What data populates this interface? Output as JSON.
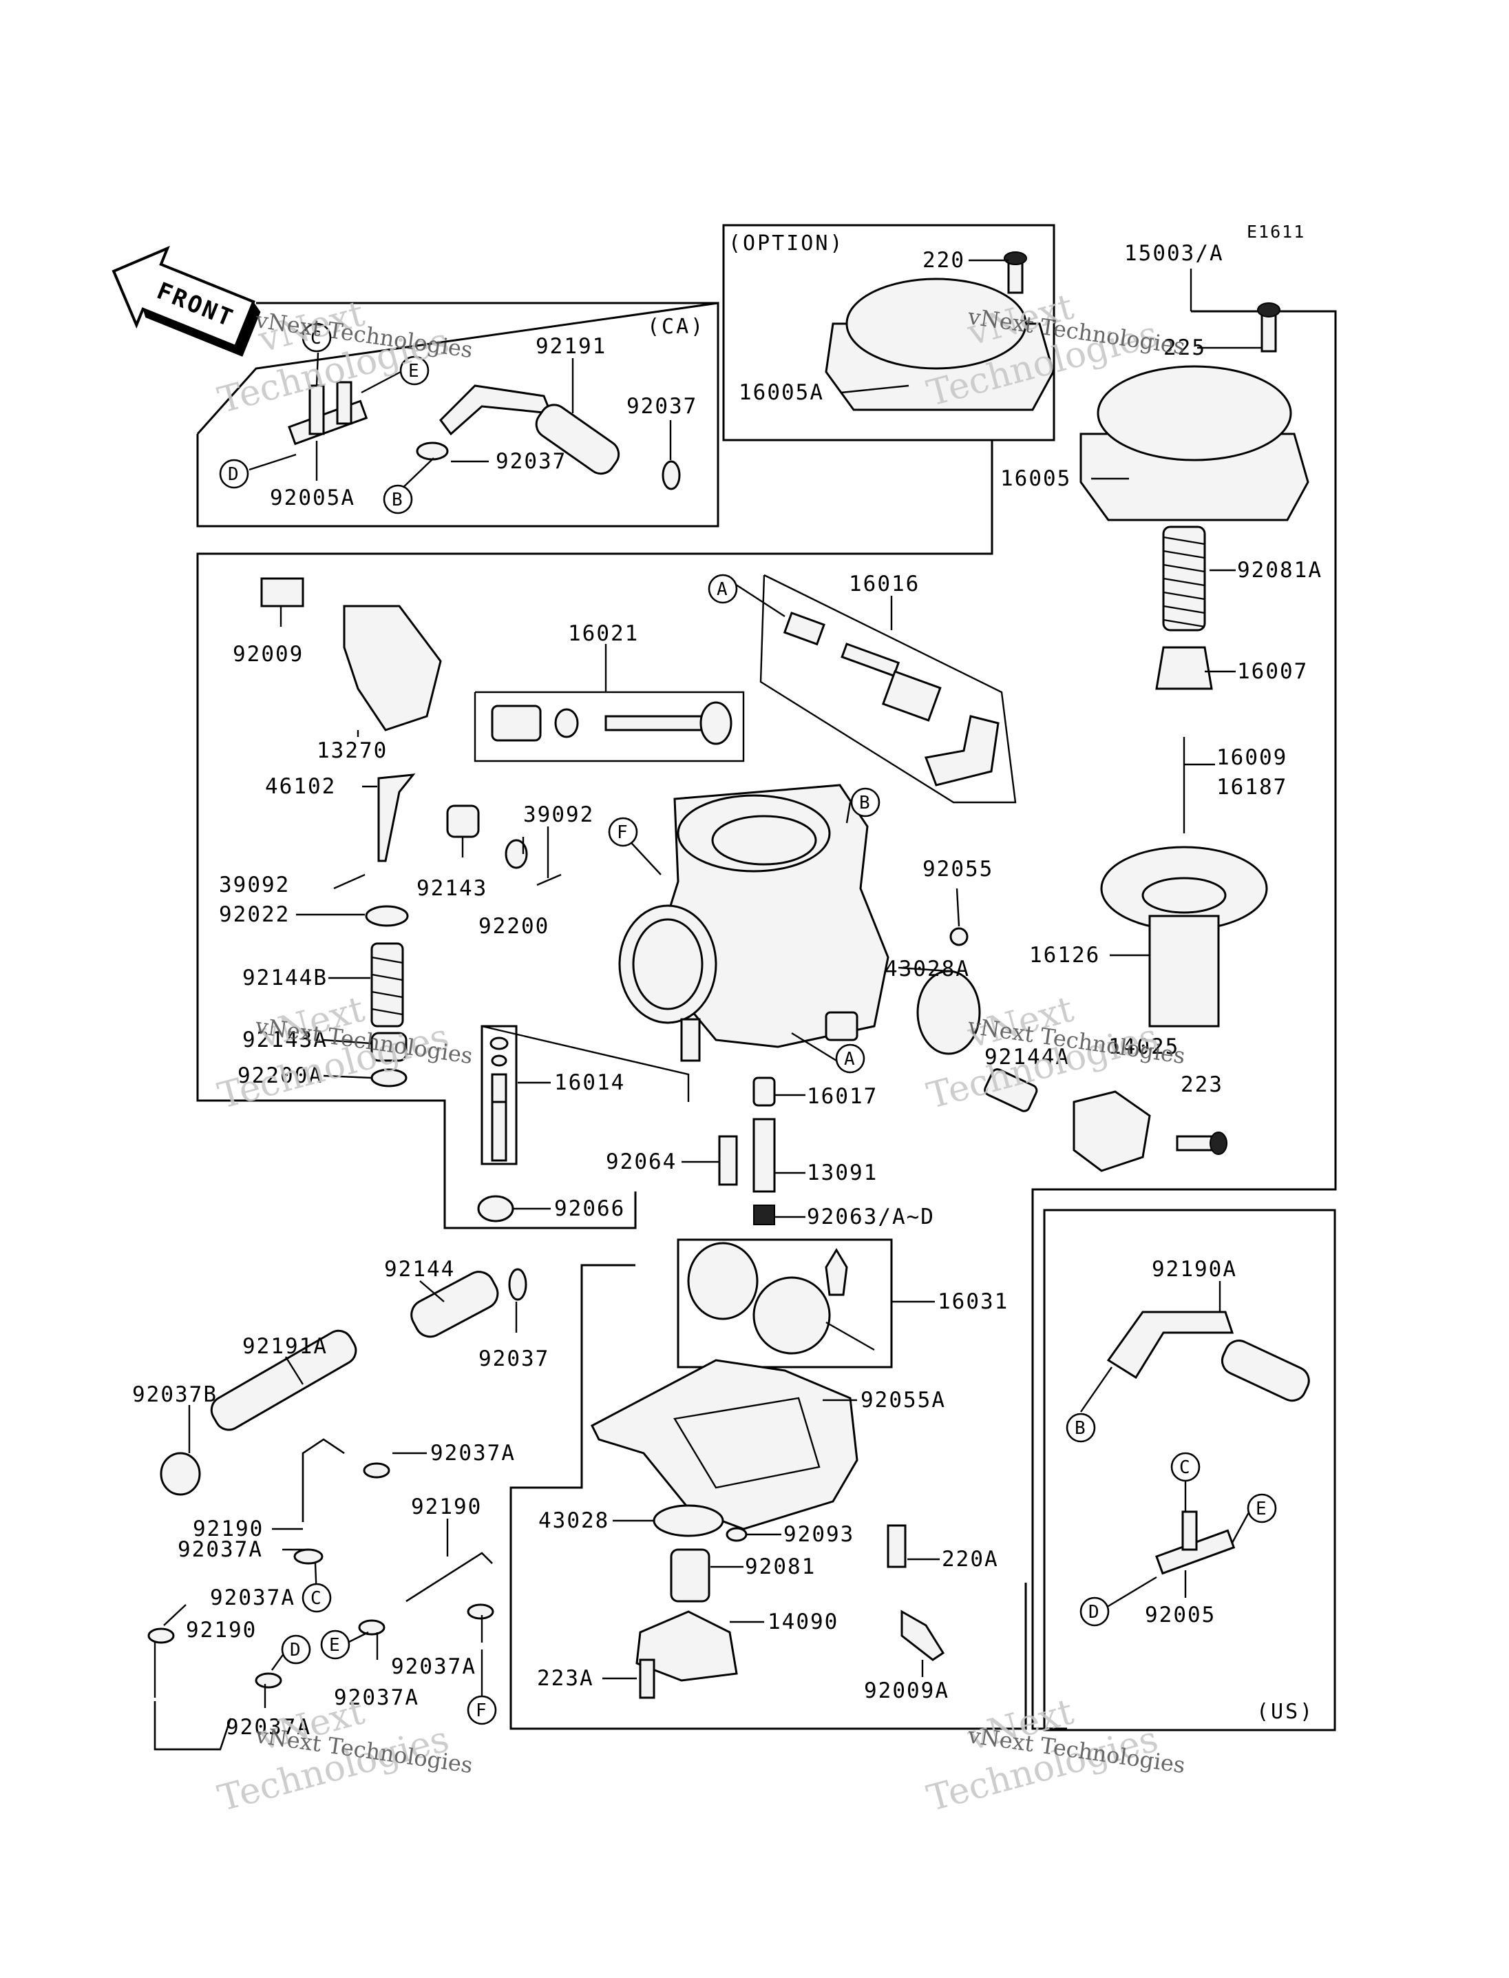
{
  "diagram_id": "E1611",
  "front_arrow": "FRONT",
  "groups": {
    "ca": "(CA)",
    "option": "(OPTION)",
    "us": "(US)"
  },
  "part_labels": {
    "p15003": "15003/A",
    "p220": "220",
    "p16005A": "16005A",
    "p225": "225",
    "p16005": "16005",
    "p92191": "92191",
    "p92037_ca1": "92037",
    "p92037_ca2": "92037",
    "p92005A": "92005A",
    "p16016": "16016",
    "p92081A": "92081A",
    "p16007": "16007",
    "p16009": "16009",
    "p16187": "16187",
    "p16126": "16126",
    "p92009": "92009",
    "p16021": "16021",
    "p13270": "13270",
    "p46102": "46102",
    "p39092a": "39092",
    "p39092b": "39092",
    "p92143": "92143",
    "p92200": "92200",
    "p92022": "92022",
    "p92055": "92055",
    "p43028A": "43028A",
    "p92144A": "92144A",
    "p14025": "14025",
    "p223": "223",
    "p92144B": "92144B",
    "p92143A": "92143A",
    "p92200A": "92200A",
    "p16014": "16014",
    "p16017": "16017",
    "p92064": "92064",
    "p13091": "13091",
    "p92066": "92066",
    "p92063": "92063/A~D",
    "p16031": "16031",
    "p92144": "92144",
    "p92037_mid": "92037",
    "p92191A": "92191A",
    "p92037B": "92037B",
    "p92055A": "92055A",
    "p92037A_1": "92037A",
    "p92190_1": "92190",
    "p92190_2": "92190",
    "p92037A_2": "92037A",
    "p92037A_3": "92037A",
    "p92190_3": "92190",
    "p92037A_4": "92037A",
    "p92037A_5": "92037A",
    "p92037A_6": "92037A",
    "p43028": "43028",
    "p92093": "92093",
    "p92081": "92081",
    "p220A": "220A",
    "p14090": "14090",
    "p223A": "223A",
    "p92009A": "92009A",
    "p92190A": "92190A",
    "p92005": "92005"
  },
  "circle_letters": {
    "A": "A",
    "B": "B",
    "C": "C",
    "D": "D",
    "E": "E",
    "F": "F"
  },
  "watermark": {
    "brand": "vNext",
    "name": "Technologies",
    "full": "vNext Technologies"
  }
}
